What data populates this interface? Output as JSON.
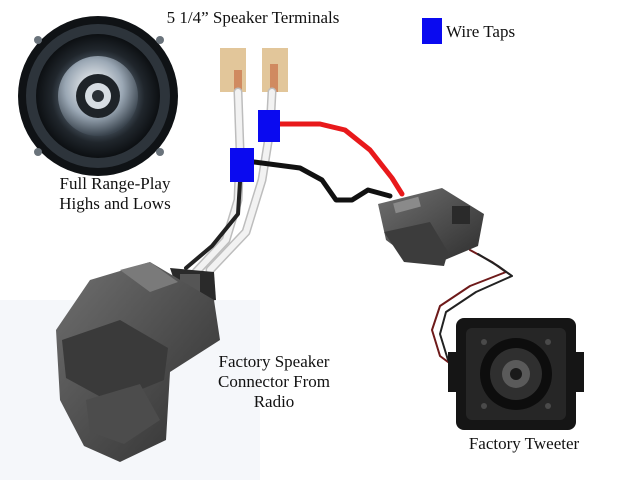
{
  "labels": {
    "speaker_terminals": "5 1/4” Speaker Terminals",
    "wire_taps": "Wire Taps",
    "full_range_line1": "Full Range-Play",
    "full_range_line2": "Highs and Lows",
    "factory_connector_line1": "Factory Speaker",
    "factory_connector_line2": "Connector From",
    "factory_connector_line3": "Radio",
    "factory_tweeter": "Factory Tweeter"
  },
  "colors": {
    "wire_tap": "#0a0af0",
    "positive_wire": "#e8191b",
    "negative_wire": "#111111",
    "harness_white": "#f2f2f2",
    "terminal_tab": "#e2c69a",
    "connector_gray": "#4a4a4a"
  }
}
